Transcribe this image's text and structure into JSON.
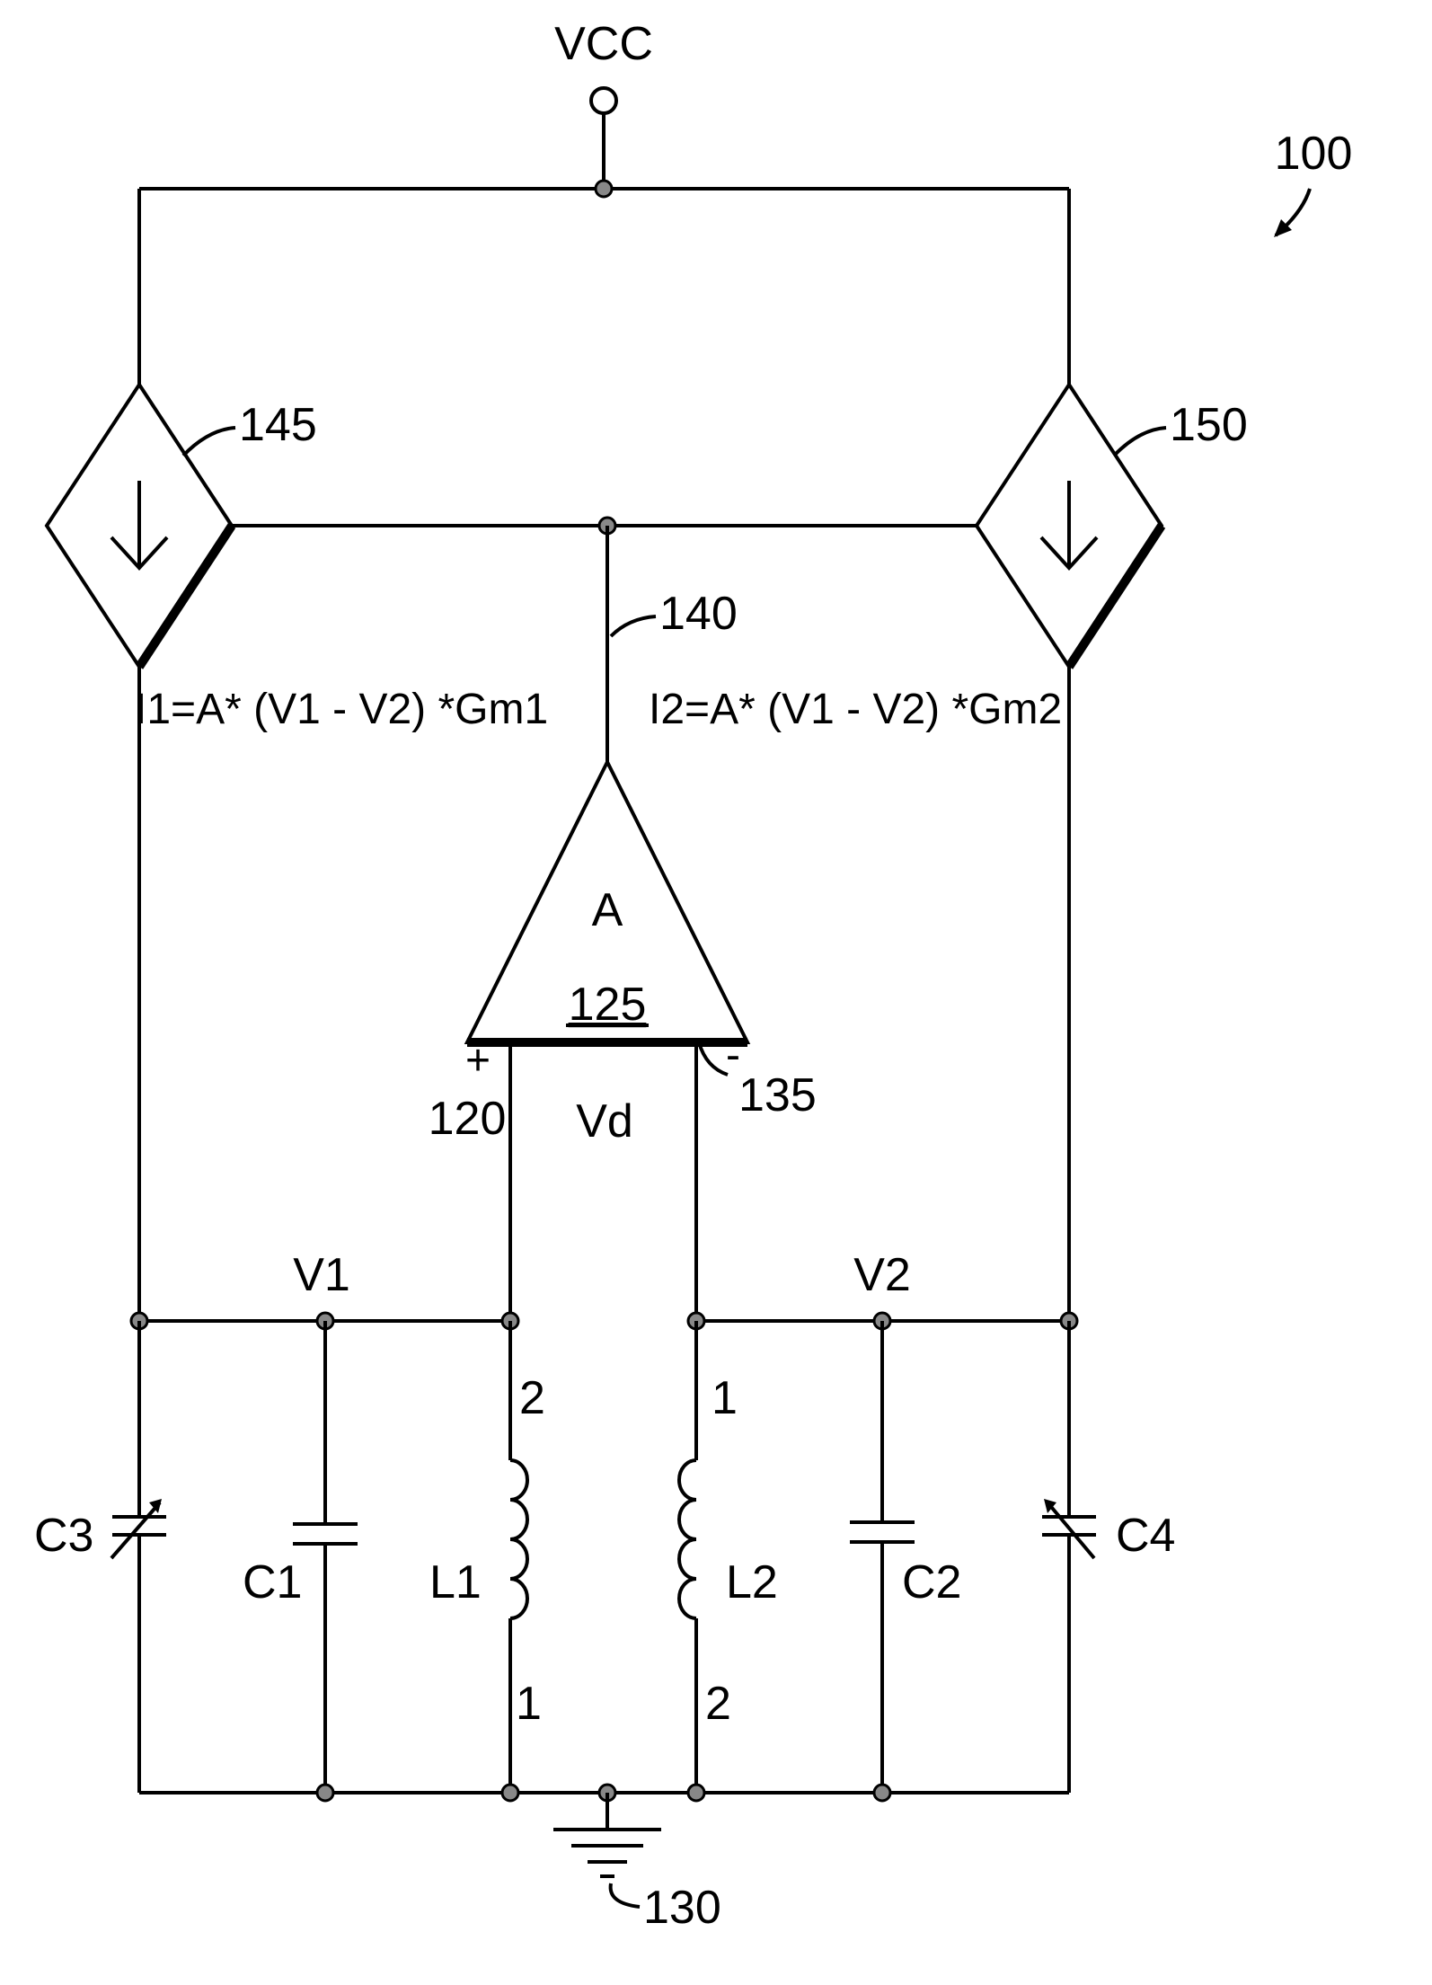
{
  "figure_number": "100",
  "supply": {
    "label": "VCC"
  },
  "sources": {
    "left": {
      "ref": "145",
      "expr": "I1=A* (V1 - V2) *Gm1"
    },
    "right": {
      "ref": "150",
      "expr": "I2=A* (V1 - V2) *Gm2"
    }
  },
  "control_node": {
    "ref": "140"
  },
  "amplifier": {
    "gain": "A",
    "ref": "125",
    "plus_sign": "+",
    "minus_sign": "-",
    "plus_ref": "120",
    "minus_ref": "135",
    "diff_label": "Vd"
  },
  "nodes": {
    "v1": "V1",
    "v2": "V2"
  },
  "components": {
    "c3": "C3",
    "c1": "C1",
    "l1": "L1",
    "l2": "L2",
    "c2": "C2",
    "c4": "C4"
  },
  "pins": {
    "l1_top": "2",
    "l1_bottom": "1",
    "l2_top": "1",
    "l2_bottom": "2"
  },
  "ground": {
    "ref": "130"
  }
}
